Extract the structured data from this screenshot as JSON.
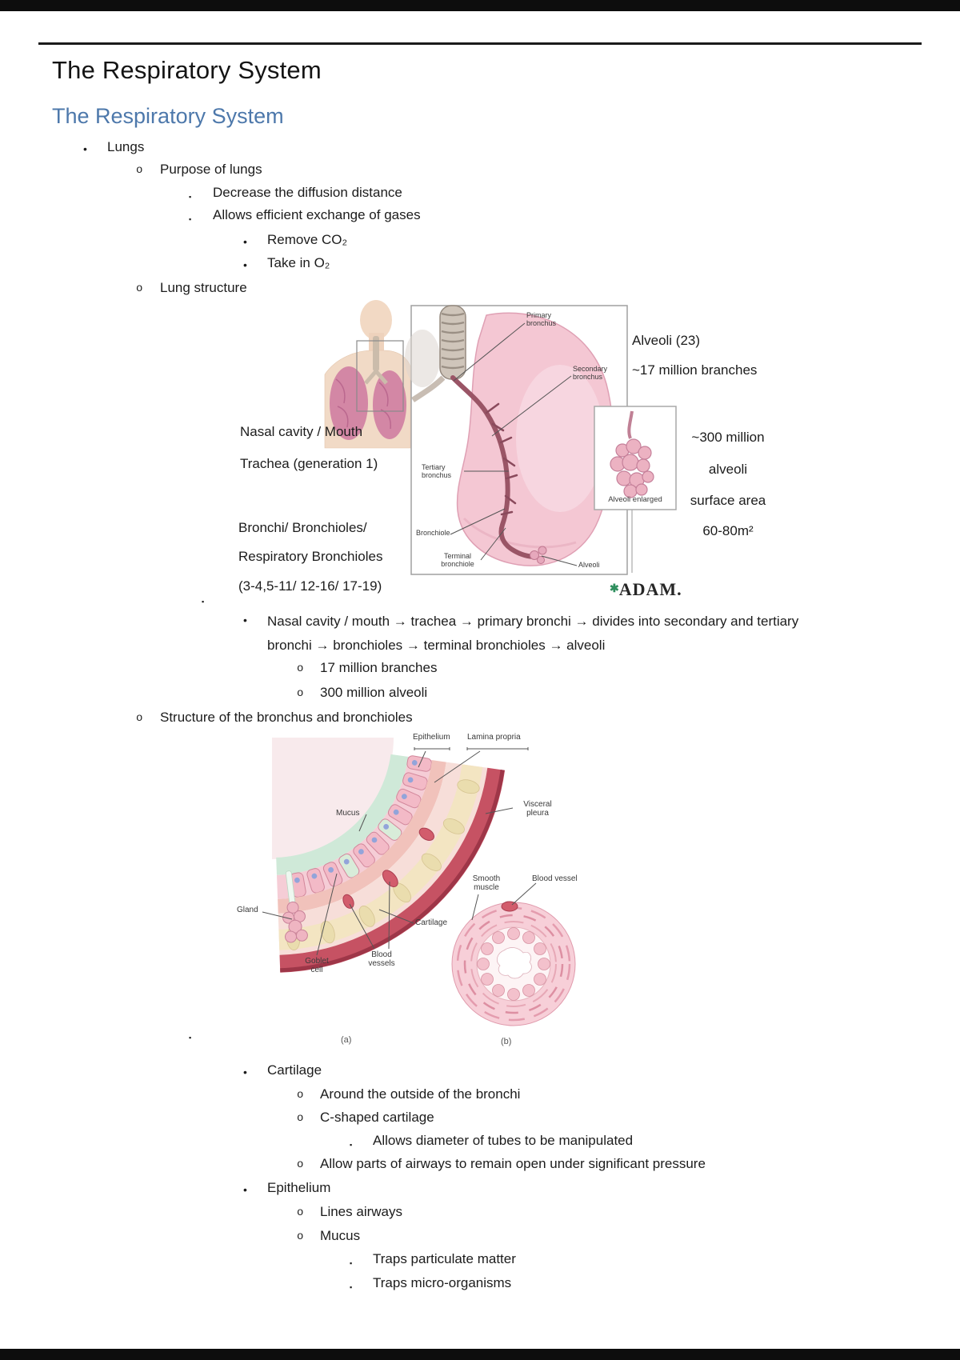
{
  "page": {
    "doc_title": "The Respiratory System",
    "section_title": "The Respiratory System"
  },
  "colors": {
    "heading_accent": "#4d78ab",
    "lung_pink": "#f4c7d3",
    "mucus_green": "#cfe9d8",
    "outer_wall_red": "#c65263"
  },
  "outline": [
    {
      "bullet": "•",
      "text": "Lungs"
    },
    {
      "bullet": "o",
      "text": "Purpose of lungs"
    },
    {
      "bullet": "▪",
      "text": "Decrease the diffusion distance"
    },
    {
      "bullet": "▪",
      "text": "Allows efficient exchange of gases"
    },
    {
      "bullet": "•",
      "text": "Remove CO₂"
    },
    {
      "bullet": "•",
      "text": "Take in O₂"
    },
    {
      "bullet": "o",
      "text": "Lung structure"
    },
    {
      "bullet": "▪",
      "text": ""
    },
    {
      "bullet": "•",
      "text": "Nasal cavity / mouth → trachea → primary bronchi → divides into secondary and tertiary bronchi → bronchioles → terminal bronchioles → alveoli"
    },
    {
      "bullet": "o",
      "text": "17 million branches"
    },
    {
      "bullet": "o",
      "text": "300 million alveoli"
    },
    {
      "bullet": "o",
      "text": "Structure of the bronchus and bronchioles"
    },
    {
      "bullet": "▪",
      "text": ""
    },
    {
      "bullet": "•",
      "text": "Cartilage"
    },
    {
      "bullet": "o",
      "text": "Around the outside of the bronchi"
    },
    {
      "bullet": "o",
      "text": "C-shaped cartilage"
    },
    {
      "bullet": "▪",
      "text": "Allows diameter of tubes to be manipulated"
    },
    {
      "bullet": "o",
      "text": "Allow parts of airways to remain open under significant pressure"
    },
    {
      "bullet": "•",
      "text": "Epithelium"
    },
    {
      "bullet": "o",
      "text": "Lines airways"
    },
    {
      "bullet": "o",
      "text": "Mucus"
    },
    {
      "bullet": "▪",
      "text": "Traps particulate matter"
    },
    {
      "bullet": "▪",
      "text": "Traps micro-organisms"
    }
  ],
  "figure1": {
    "left_labels": [
      "Nasal cavity / Mouth",
      "Trachea (generation 1)",
      "Bronchi/ Bronchioles/",
      "Respiratory Bronchioles",
      "(3-4,5-11/ 12-16/ 17-19)"
    ],
    "right_labels": [
      "Alveoli (23)",
      "~17 million branches",
      "~300 million",
      "alveoli",
      "surface area",
      "60-80m²"
    ],
    "diagram_labels": {
      "primary_bronchus": "Primary bronchus",
      "secondary_bronchus": "Secondary bronchus",
      "tertiary_bronchus": "Tertiary bronchus",
      "bronchiole": "Bronchiole",
      "terminal_bronchiole": "Terminal bronchiole",
      "alveoli": "Alveoli",
      "alveoli_enlarged": "Alveoli enlarged"
    },
    "credit_symbol": "✱",
    "credit": "ADAM."
  },
  "figure2": {
    "labels": {
      "epithelium": "Epithelium",
      "lamina_propria": "Lamina propria",
      "mucus": "Mucus",
      "visceral_pleura": "Visceral pleura",
      "smooth_muscle": "Smooth muscle",
      "blood_vessel": "Blood vessel",
      "gland": "Gland",
      "cartilage": "Cartilage",
      "goblet_cell": "Goblet cell",
      "blood_vessels": "Blood vessels",
      "panel_a": "(a)",
      "panel_b": "(b)"
    }
  }
}
